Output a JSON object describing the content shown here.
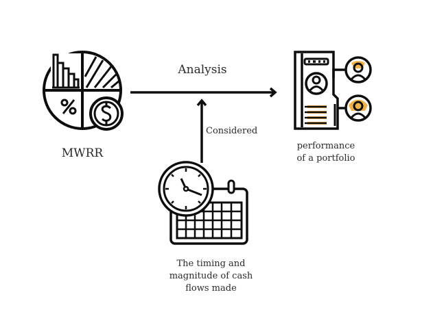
{
  "nodes": {
    "mwrr": {
      "label": "MWRR",
      "icon": "pie-chart-finance-icon"
    },
    "portfolio": {
      "label_line1": "performance",
      "label_line2": "of a portfolio",
      "icon": "portfolio-profile-icon"
    },
    "timing": {
      "label_line1": "The timing and",
      "label_line2": "magnitude of cash",
      "label_line3": "flows made",
      "icon": "clock-calendar-icon"
    }
  },
  "edges": {
    "analysis": {
      "label": "Analysis",
      "from": "MWRR",
      "to": "performance of a portfolio"
    },
    "considered": {
      "label": "Considered",
      "from": "The timing and magnitude of cash flows made",
      "to": "Analysis"
    }
  },
  "colors": {
    "stroke": "#0d0d0d",
    "accent": "#f0b24d",
    "background": "#ffffff"
  }
}
